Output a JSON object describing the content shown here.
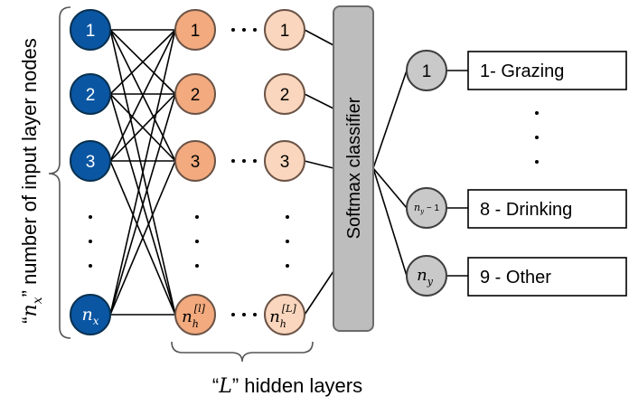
{
  "input_layer": {
    "nodes": [
      "1",
      "2",
      "3"
    ],
    "last_node": {
      "base": "n",
      "sub": "x"
    },
    "brace_label_quote_open": "“",
    "brace_label_var": "n",
    "brace_label_var_sub": "x",
    "brace_label_text": "” number of input layer nodes"
  },
  "hidden_layer_first": {
    "nodes": [
      "1",
      "2",
      "3"
    ],
    "last_node": {
      "base": "n",
      "sub": "h",
      "sup": "[l]"
    }
  },
  "hidden_layer_last": {
    "nodes": [
      "1",
      "2",
      "3"
    ],
    "last_node": {
      "base": "n",
      "sub": "h",
      "sup": "[L]"
    }
  },
  "hidden_brace_label": {
    "quote_open": "“",
    "var": "L",
    "text": "” hidden layers"
  },
  "softmax": {
    "label": "Softmax classifier"
  },
  "output_layer": {
    "node_1": "1",
    "node_second_last": {
      "base": "n",
      "sub": "y",
      "suffix": " − 1"
    },
    "node_last": {
      "base": "n",
      "sub": "y"
    },
    "labels": [
      "1- Grazing",
      "8 - Drinking",
      "9 - Other"
    ]
  },
  "colors": {
    "input": "#0a56a3",
    "hidden_first": "#f2aa7e",
    "hidden_last": "#f9d6bd",
    "output": "#c9c9c9",
    "softmax": "#bdbdbd"
  }
}
